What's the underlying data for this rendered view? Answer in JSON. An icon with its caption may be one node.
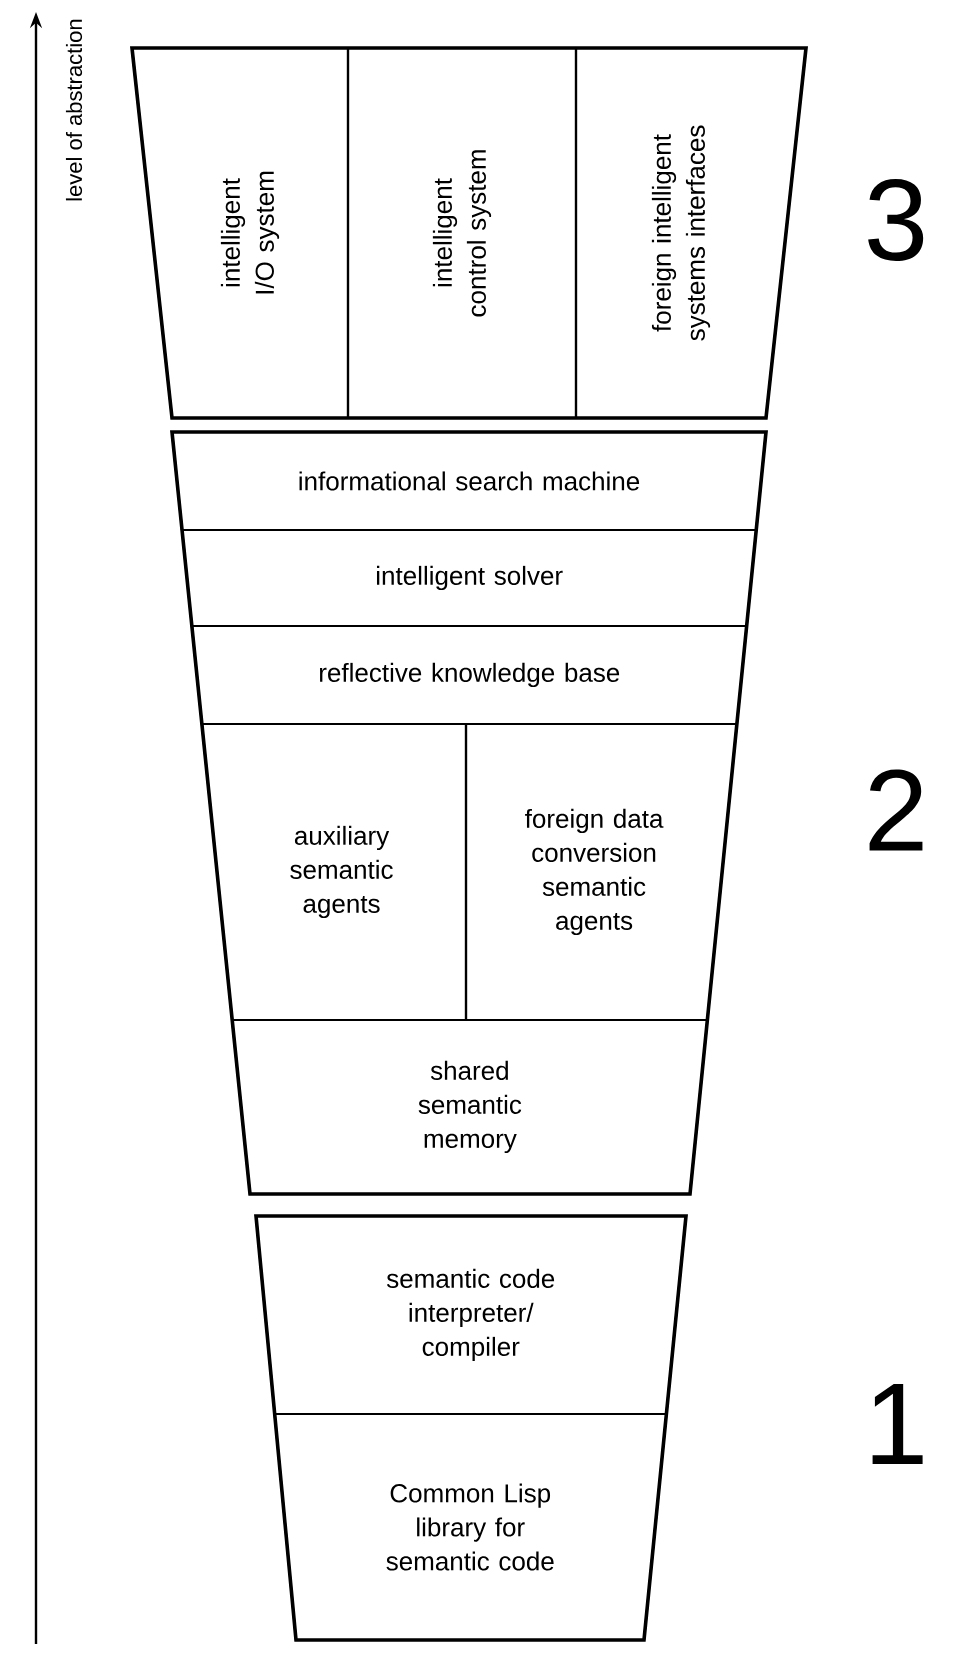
{
  "diagram": {
    "nodes": [
      {
        "text": [],
        "shape": "trapezoid",
        "beside": [
          "3"
        ]
      },
      {
        "text": [
          "intelligent I/O system"
        ],
        "in": 0
      },
      {
        "text": [
          "intelligent control system"
        ],
        "in": 0
      },
      {
        "text": [
          "foreign intelligent systems interfaces"
        ],
        "in": 0
      },
      {
        "text": [],
        "shape": "trapezoid",
        "beside": [
          "2"
        ]
      },
      {
        "text": [
          "informational search machine"
        ],
        "in": 4
      },
      {
        "text": [
          "intelligent solver"
        ],
        "in": 4
      },
      {
        "text": [
          "reflective knowledge base"
        ],
        "in": 4
      },
      {
        "text": [
          "auxiliary semantic agents"
        ],
        "in": 4
      },
      {
        "text": [
          "foreign data conversion semantic agents"
        ],
        "in": 4
      },
      {
        "text": [
          "shared semantic memory"
        ],
        "in": 4
      },
      {
        "text": [],
        "shape": "trapezoid",
        "beside": [
          "1"
        ]
      },
      {
        "text": [
          "semantic code interpreter/ compiler"
        ],
        "in": 11
      },
      {
        "text": [
          "Common Lisp library for semantic code"
        ],
        "in": 11
      }
    ],
    "labels": [
      "level of abstraction"
    ]
  }
}
